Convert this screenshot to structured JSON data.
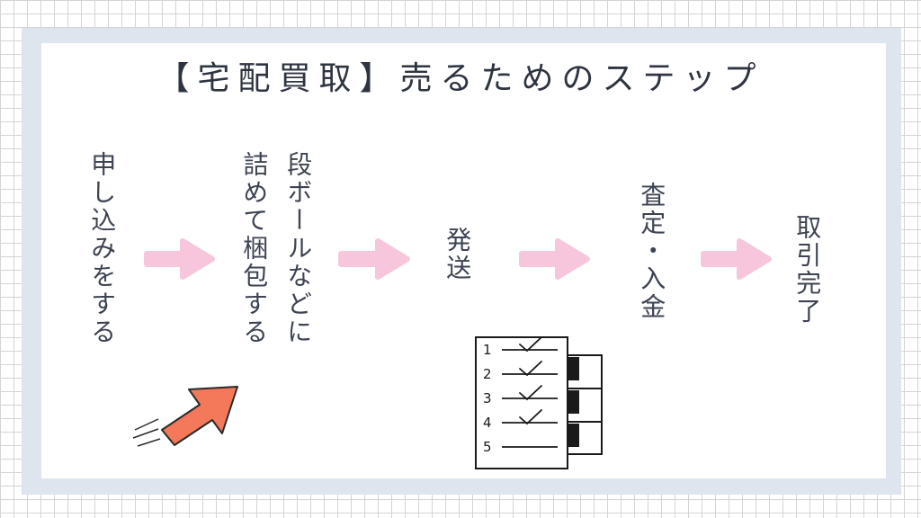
{
  "title": "【宅配買取】売るためのステップ",
  "steps": [
    {
      "text": "申し込みをする"
    },
    {
      "line1": "詰めて梱包する",
      "line2": "段ボールなどに"
    },
    {
      "text": "発送"
    },
    {
      "text": "査定・入金"
    },
    {
      "text": "取引完了"
    }
  ],
  "checklist": {
    "numbers": [
      "1",
      "2",
      "3",
      "4",
      "5"
    ],
    "checked": [
      true,
      true,
      true,
      true,
      false
    ]
  },
  "colors": {
    "flow_arrow": "#f7c6dc",
    "accent_arrow": "#f4785a",
    "frame": "#dfe5ee",
    "text": "#3d4352"
  },
  "icons": [
    "flow-arrow-icon",
    "pointer-arrow-icon",
    "checklist-icon"
  ]
}
